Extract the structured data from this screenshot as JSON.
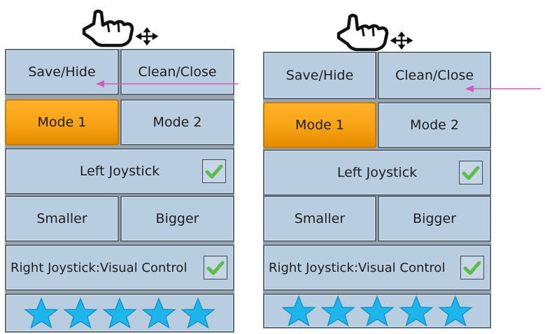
{
  "colors": {
    "active_orange": "#f7a215",
    "cell_blue": "#b9cde0",
    "check_green": "#5cbd4a",
    "star_blue": "#1eb4ec",
    "arrow_pink": "#d15db6"
  },
  "panels": [
    {
      "save_label": "Save/Hide",
      "clean_label": "Clean/Close",
      "mode1_label": "Mode 1",
      "mode2_label": "Mode 2",
      "left_joystick_label": "Left Joystick",
      "smaller_label": "Smaller",
      "bigger_label": "Bigger",
      "right_joystick_label": "Right Joystick:Visual Control"
    },
    {
      "save_label": "Save/Hide",
      "clean_label": "Clean/Close",
      "mode1_label": "Mode 1",
      "mode2_label": "Mode 2",
      "left_joystick_label": "Left Joystick",
      "smaller_label": "Smaller",
      "bigger_label": "Bigger",
      "right_joystick_label": "Right Joystick:Visual Control"
    }
  ],
  "icons": {
    "hand": "pointing-hand-icon",
    "move": "move-arrows-icon",
    "check": "checkmark-icon",
    "star": "star-icon"
  }
}
